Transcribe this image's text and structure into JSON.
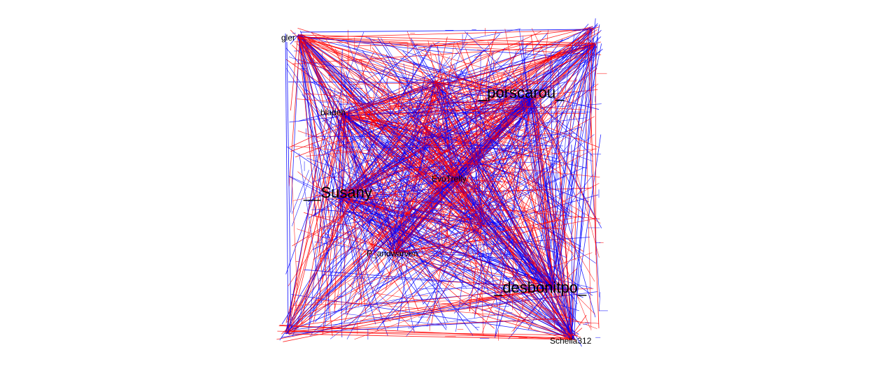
{
  "graph": {
    "edge_colors": {
      "primary": "#ff0000",
      "secondary": "#0000ff"
    },
    "label_color": "#000000",
    "background": "#ffffff",
    "labels": {
      "top_left": "gler",
      "upper_left": "bladeh",
      "left": "__Susany",
      "center": "EvoTrelly",
      "lower_center": "P_andwarven",
      "top_right": "_porscarou_",
      "bottom_right": "_desbonitpo_",
      "bottom": "Schella312"
    }
  }
}
